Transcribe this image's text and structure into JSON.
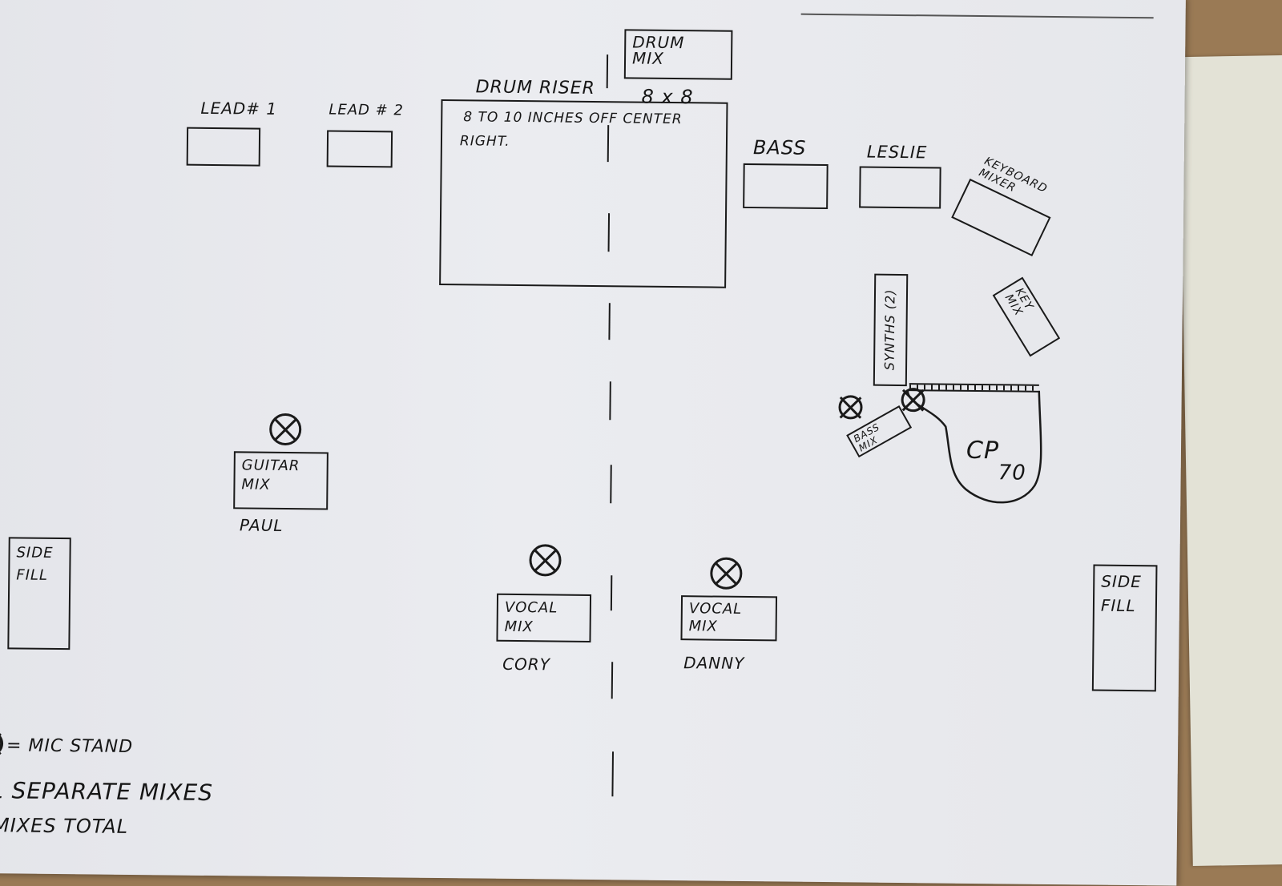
{
  "stage": {
    "drum_mix": "DRUM MIX",
    "drum_riser_title": "DRUM RISER",
    "drum_riser_size": "8 x 8",
    "drum_riser_note_line1": "8 TO 10 INCHES OFF CENTER",
    "drum_riser_note_line2": "RIGHT.",
    "lead1": "LEAD# 1",
    "lead2": "LEAD # 2",
    "bass": "BASS",
    "leslie": "LESLIE",
    "keyboard_mixer": "KEYBOARD MIXER",
    "key_mix": "KEY MIX",
    "synths": "SYNTHS (2)",
    "bass_mix": "BASS MIX",
    "cp70_line1": "CP",
    "cp70_line2": "70",
    "guitar_mix": "GUITAR MIX",
    "guitar_name": "PAUL",
    "vocal_mix_left": "VOCAL MIX",
    "vocal_name_left": "CORY",
    "vocal_mix_right": "VOCAL MIX",
    "vocal_name_right": "DANNY",
    "side_fill_left": "SIDE FILL",
    "side_fill_right": "SIDE FILL"
  },
  "legend": {
    "mic_stand": "= MIC STAND",
    "line2": "LL SEPARATE MIXES",
    "line3": "MIXES TOTAL"
  },
  "colors": {
    "ink": "#161616",
    "paper": "#e8e9ed",
    "table": "#9a7a55"
  }
}
